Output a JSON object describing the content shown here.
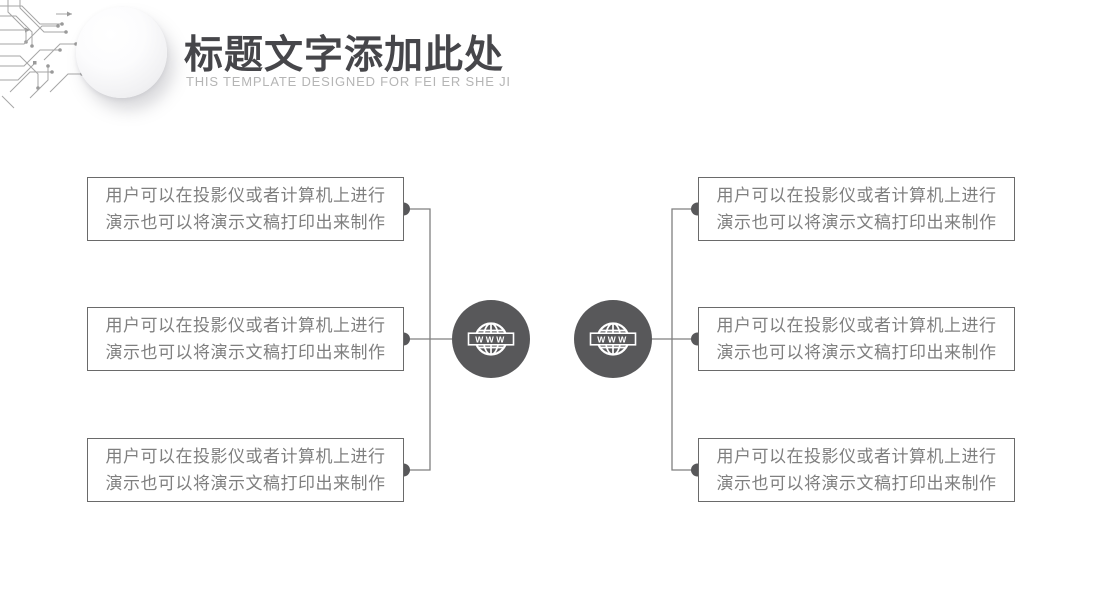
{
  "header": {
    "title": "标题文字添加此处",
    "subtitle": "THIS TEMPLATE DESIGNED FOR FEI ER SHE JI"
  },
  "diagram": {
    "left_items": [
      {
        "line1": "用户可以在投影仪或者计算机上进行",
        "line2": "演示也可以将演示文稿打印出来制作"
      },
      {
        "line1": "用户可以在投影仪或者计算机上进行",
        "line2": "演示也可以将演示文稿打印出来制作"
      },
      {
        "line1": "用户可以在投影仪或者计算机上进行",
        "line2": "演示也可以将演示文稿打印出来制作"
      }
    ],
    "right_items": [
      {
        "line1": "用户可以在投影仪或者计算机上进行",
        "line2": "演示也可以将演示文稿打印出来制作"
      },
      {
        "line1": "用户可以在投影仪或者计算机上进行",
        "line2": "演示也可以将演示文稿打印出来制作"
      },
      {
        "line1": "用户可以在投影仪或者计算机上进行",
        "line2": "演示也可以将演示文稿打印出来制作"
      }
    ],
    "hubs": [
      {
        "icon": "www-globe-icon",
        "label": "WWW"
      },
      {
        "icon": "www-globe-icon",
        "label": "WWW"
      }
    ]
  },
  "colors": {
    "accent_dark": "#58585a",
    "connector_line": "#7f7f7f",
    "box_border": "#6a6a6a",
    "box_text": "#7f7f7f",
    "title_text": "#46464a",
    "subtitle_text": "#b5b5b5",
    "circuit_line": "#a6a6a6"
  }
}
